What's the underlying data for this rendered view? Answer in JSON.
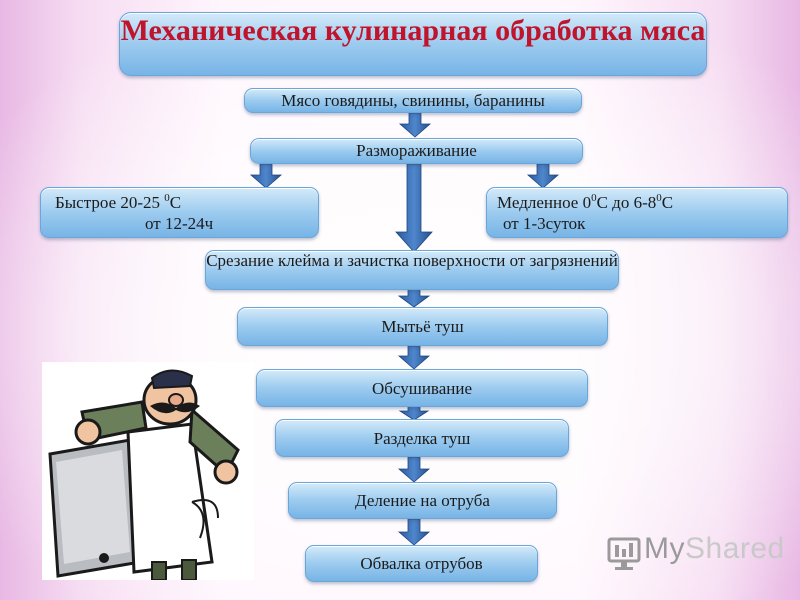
{
  "title": "Механическая кулинарная обработка мяса",
  "steps": {
    "meat": "Мясо говядины, свинины, баранины",
    "defrost": "Размораживание",
    "fast_line1": "Быстрое 20-25 ",
    "fast_sup": "0",
    "fast_unit": "С",
    "fast_line2": "от 12-24ч",
    "slow_a": "Медленное 0",
    "slow_sup1": "0",
    "slow_b": "С до 6-8",
    "slow_sup2": "0",
    "slow_c": "С",
    "slow_line2": "от 1-3суток",
    "trim": "Срезание клейма и зачистка поверхности от загрязнений",
    "wash": "Мытьё туш",
    "dry": "Обсушивание",
    "cut": "Разделка туш",
    "divide": "Деление на отруба",
    "debone": "Обвалка отрубов"
  },
  "watermark": {
    "brand_a": "My",
    "brand_b": "Shared"
  },
  "colors": {
    "title": "#c0142c",
    "box": "#9ccbef",
    "arrow": "#2f5fa8"
  }
}
